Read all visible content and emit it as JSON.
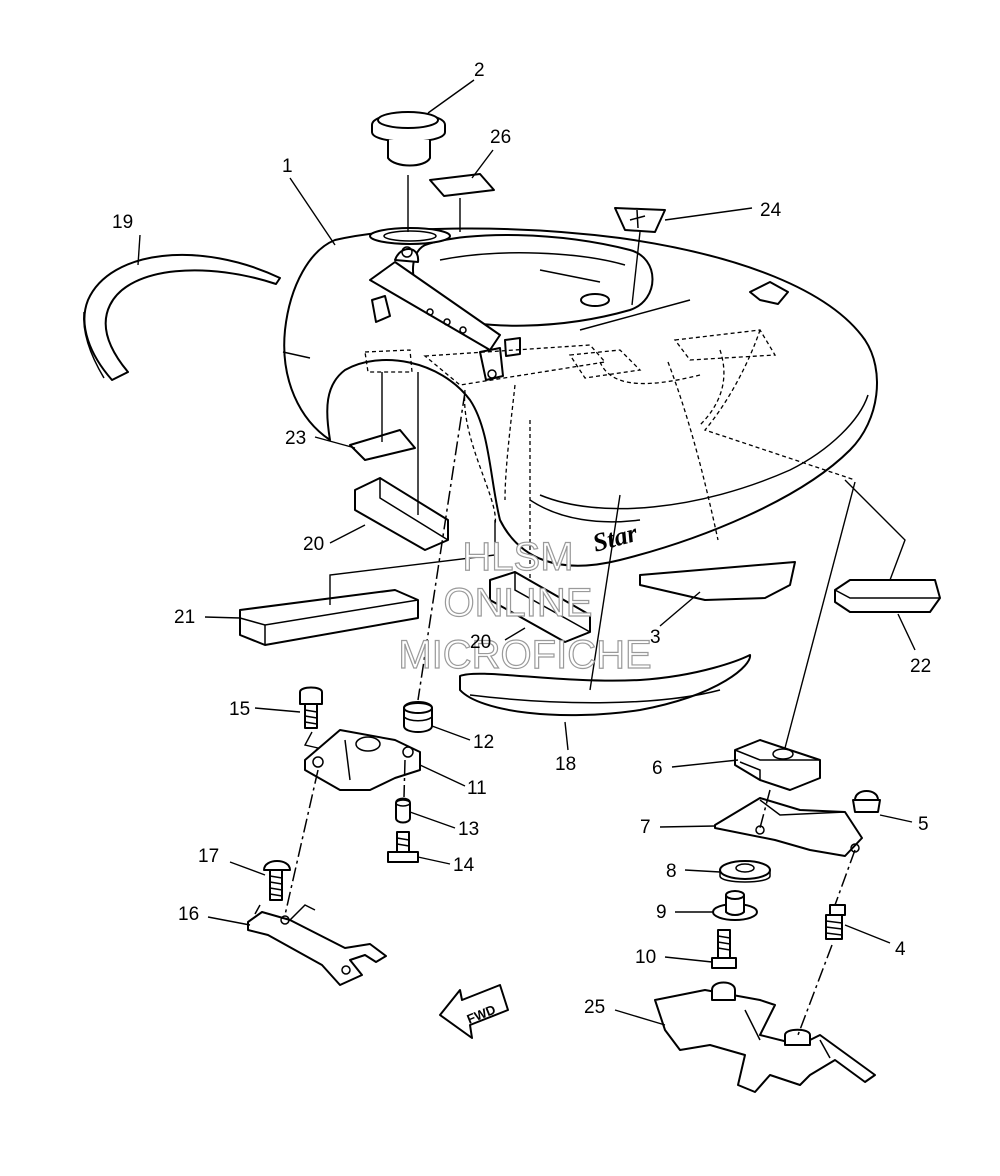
{
  "callouts": [
    {
      "id": "1",
      "text": "1"
    },
    {
      "id": "2",
      "text": "2"
    },
    {
      "id": "3",
      "text": "3"
    },
    {
      "id": "4",
      "text": "4"
    },
    {
      "id": "5",
      "text": "5"
    },
    {
      "id": "6",
      "text": "6"
    },
    {
      "id": "7",
      "text": "7"
    },
    {
      "id": "8",
      "text": "8"
    },
    {
      "id": "9",
      "text": "9"
    },
    {
      "id": "10",
      "text": "10"
    },
    {
      "id": "11",
      "text": "11"
    },
    {
      "id": "12",
      "text": "12"
    },
    {
      "id": "13",
      "text": "13"
    },
    {
      "id": "14",
      "text": "14"
    },
    {
      "id": "15",
      "text": "15"
    },
    {
      "id": "16",
      "text": "16"
    },
    {
      "id": "17",
      "text": "17"
    },
    {
      "id": "18",
      "text": "18"
    },
    {
      "id": "19",
      "text": "19"
    },
    {
      "id": "20a",
      "text": "20"
    },
    {
      "id": "20b",
      "text": "20"
    },
    {
      "id": "21",
      "text": "21"
    },
    {
      "id": "22",
      "text": "22"
    },
    {
      "id": "23",
      "text": "23"
    },
    {
      "id": "24",
      "text": "24"
    },
    {
      "id": "25",
      "text": "25"
    },
    {
      "id": "26",
      "text": "26"
    }
  ],
  "watermark": {
    "line1": "HLSM",
    "line2": "ONLINE",
    "line3": "MICROFICHE"
  },
  "fwd_arrow": {
    "text": "FWD"
  },
  "emblem": {
    "text": "Star"
  },
  "colors": {
    "line": "#000000",
    "background": "#ffffff",
    "watermark_outline": "#9a9a9a"
  }
}
